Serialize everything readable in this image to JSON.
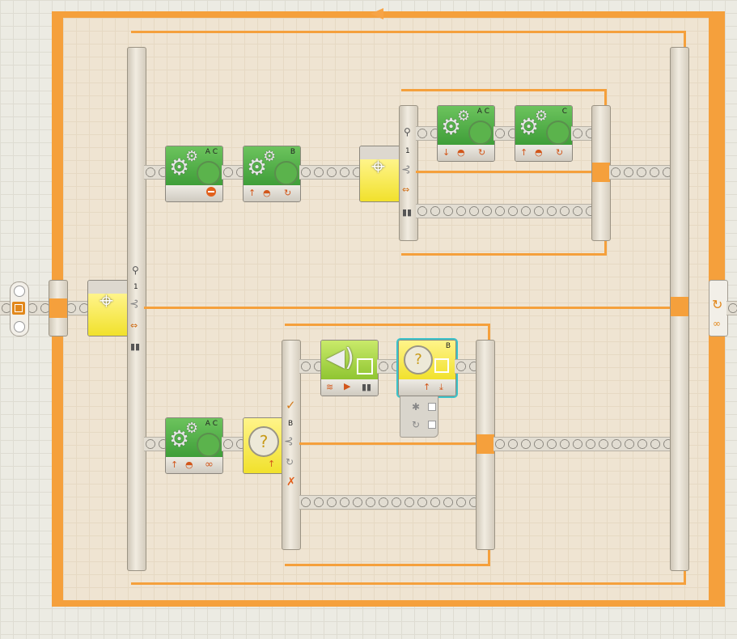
{
  "program": {
    "loop": {
      "icon": "loop-icon",
      "mode_icon": "infinity-icon",
      "mode_text": "∞"
    },
    "start": {
      "icon": "start-icon"
    },
    "switch_main": {
      "icon": "sound-sensor-icon",
      "port": "1"
    },
    "upper_branch": {
      "motors_ac": {
        "port": "A C",
        "icon": "gear-icon",
        "state_icon": "stop-icon"
      },
      "motor_b": {
        "port": "B"
      },
      "switch_inner": {
        "port": "1"
      },
      "inner_motor_ac": {
        "port": "A C"
      },
      "inner_motor_c": {
        "port": "C"
      }
    },
    "lower_branch": {
      "motors_ac": {
        "port": "A C",
        "duration_symbol": "∞"
      },
      "rotation_sensor": {
        "port": "B"
      },
      "switch_inner": {
        "true_icon": "check-icon",
        "false_icon": "x-icon"
      },
      "sound": {
        "icon": "speaker-icon"
      },
      "rotation_reset": {
        "port": "B"
      }
    }
  },
  "colors": {
    "accent": "#f5a03c",
    "selection": "#3cc3c9",
    "motor_green": "#5bb34c",
    "sensor_yellow": "#f1e12c"
  }
}
